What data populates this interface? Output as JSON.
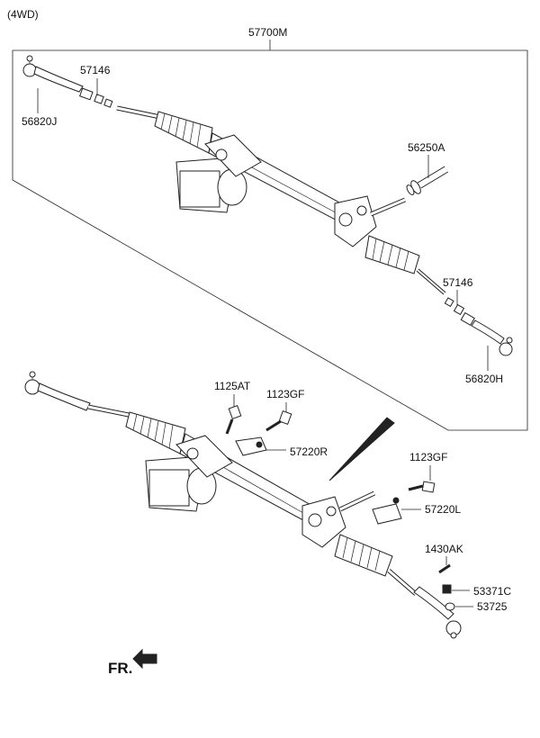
{
  "variant": "(4WD)",
  "labels": {
    "assembly": "57700M",
    "boot_clamp_upper": "57146",
    "tie_rod_end_left": "56820J",
    "seal": "56250A",
    "boot_clamp_lower": "57146",
    "tie_rod_end_right": "56820H",
    "bolt_1125at": "1125AT",
    "bolt_1123gf_upper": "1123GF",
    "bracket_right": "57220R",
    "bolt_1123gf_lower": "1123GF",
    "bracket_left": "57220L",
    "cotter_pin": "1430AK",
    "castle_nut": "53371C",
    "washer": "53725"
  },
  "front_marker": "FR."
}
